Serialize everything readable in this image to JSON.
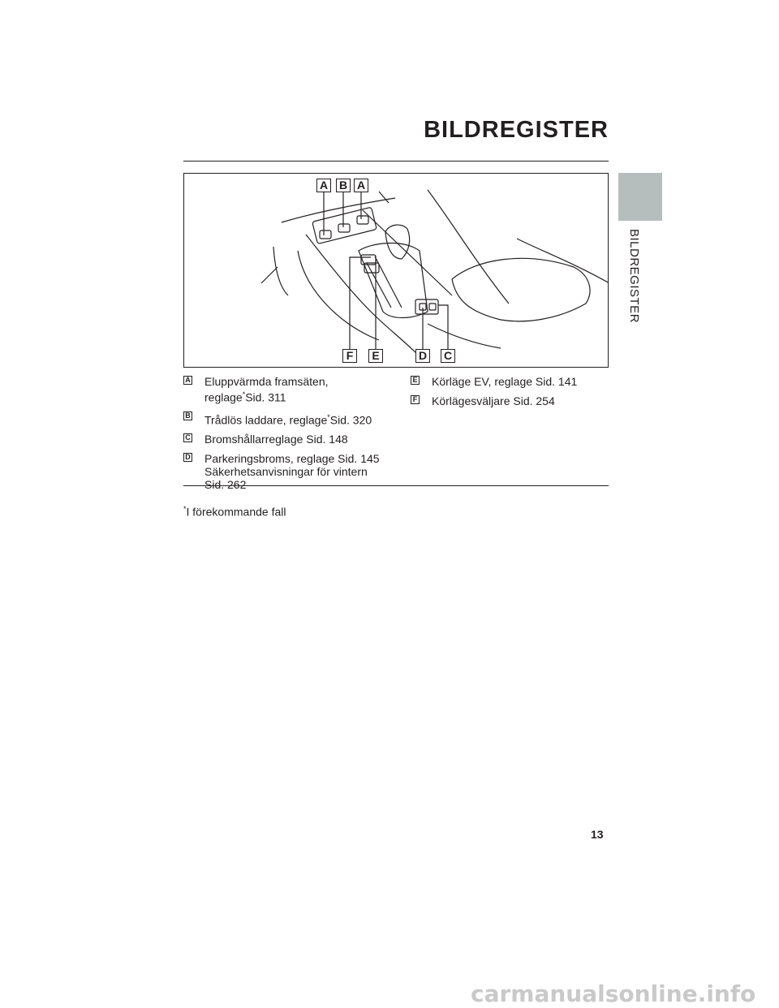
{
  "header": {
    "title": "BILDREGISTER"
  },
  "side_tab": {
    "label": "BILDREGISTER"
  },
  "figure": {
    "callouts_top": [
      "A",
      "B",
      "A"
    ],
    "callouts_bottom": [
      "F",
      "E",
      "D",
      "C"
    ]
  },
  "legend": {
    "col1": [
      {
        "letter": "A",
        "text": "Eluppvärmda framsäten,",
        "text2": "reglage",
        "marker": "*",
        "ref": "Sid. 311"
      },
      {
        "letter": "B",
        "text": "Trådlös laddare, reglage",
        "marker": "*",
        "ref": "Sid. 320"
      },
      {
        "letter": "C",
        "text": "Bromshållarreglage Sid. 148"
      },
      {
        "letter": "D",
        "text": "Parkeringsbroms, reglage Sid. 145",
        "text2": "Säkerhetsanvisningar för vintern",
        "text3": "Sid. 262"
      }
    ],
    "col2": [
      {
        "letter": "E",
        "text": "Körläge EV, reglage Sid. 141"
      },
      {
        "letter": "F",
        "text": "Körlägesväljare Sid. 254"
      }
    ]
  },
  "footnote": {
    "marker": "*",
    "text": "I förekommande fall"
  },
  "page_number": "13",
  "watermark": "carmanualsonline.info"
}
